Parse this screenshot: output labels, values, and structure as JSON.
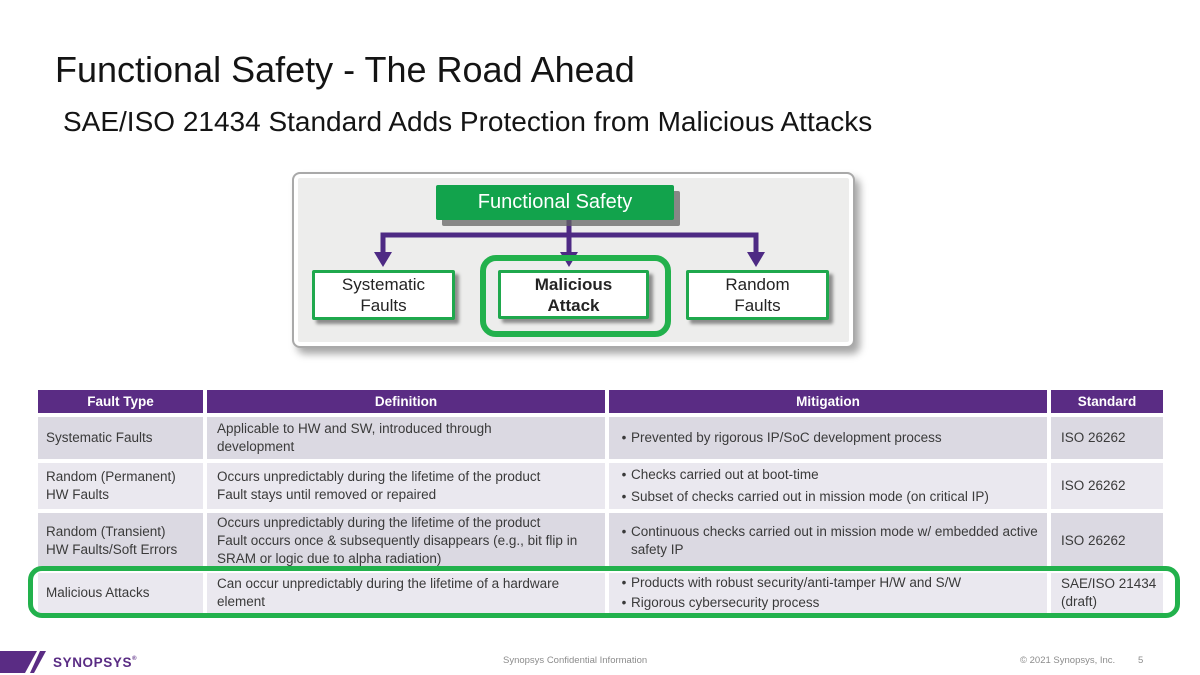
{
  "slide": {
    "title": "Functional Safety - The Road Ahead",
    "subtitle": "SAE/ISO 21434 Standard Adds Protection from Malicious Attacks"
  },
  "diagram": {
    "root_label": "Functional Safety",
    "children": [
      {
        "label": "Systematic\nFaults",
        "highlighted": false
      },
      {
        "label": "Malicious\nAttack",
        "highlighted": true
      },
      {
        "label": "Random\nFaults",
        "highlighted": false
      }
    ]
  },
  "table": {
    "bullet_char": "•",
    "headers": [
      "Fault Type",
      "Definition",
      "Mitigation",
      "Standard"
    ],
    "rows": [
      {
        "fault_type": "Systematic Faults",
        "definition": "Applicable to HW and SW, introduced through\ndevelopment",
        "mitigation": [
          "Prevented by rigorous IP/SoC development process"
        ],
        "standard": "ISO 26262",
        "highlighted": false
      },
      {
        "fault_type": "Random (Permanent)\nHW Faults",
        "definition": "Occurs unpredictably during the lifetime of the product\nFault stays until removed or repaired",
        "mitigation": [
          "Checks carried out at boot-time",
          "Subset of checks carried out in mission mode (on critical IP)"
        ],
        "standard": "ISO 26262",
        "highlighted": false
      },
      {
        "fault_type": "Random (Transient)\nHW Faults/Soft Errors",
        "definition": "Occurs unpredictably during the lifetime of the product\nFault occurs once & subsequently disappears (e.g., bit flip in SRAM or logic due to alpha radiation)",
        "mitigation": [
          "Continuous checks carried out in mission mode w/ embedded active safety IP"
        ],
        "standard": "ISO 26262",
        "highlighted": false
      },
      {
        "fault_type": "Malicious Attacks",
        "definition": "Can occur unpredictably during the lifetime of a hardware\nelement",
        "mitigation": [
          "Products with robust security/anti-tamper H/W and S/W",
          "Rigorous cybersecurity process"
        ],
        "standard": "SAE/ISO 21434\n(draft)",
        "highlighted": true
      }
    ]
  },
  "footer": {
    "logo_text": "SYNOPSYS",
    "logo_mark": "®",
    "confidential": "Synopsys Confidential Information",
    "copyright": "© 2021 Synopsys, Inc.",
    "page_number": "5"
  },
  "colors": {
    "purple": "#5A2C84",
    "connector_purple": "#4E2A84",
    "green": "#12A34C",
    "box_green": "#1FA84D",
    "highlight_green": "#22B14C",
    "panel_grey": "#EDEDEC",
    "row_a": "#DBD9E2",
    "row_b": "#EAE8EF"
  }
}
